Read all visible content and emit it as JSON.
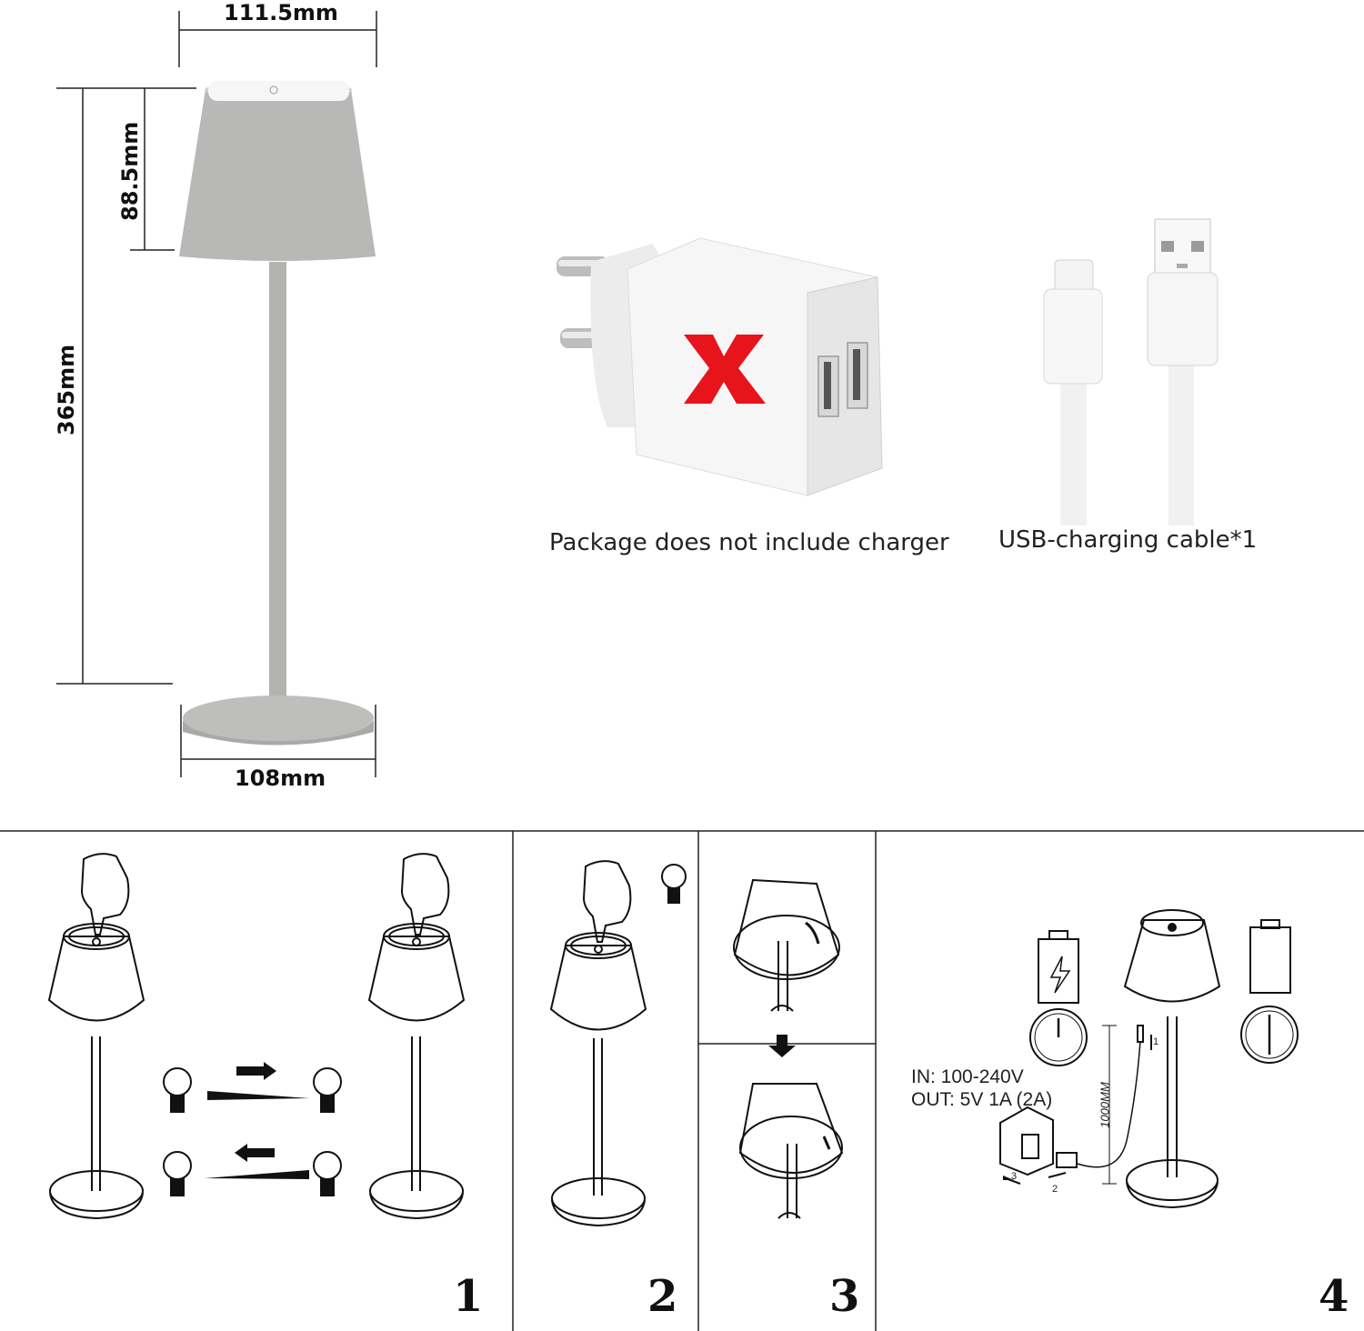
{
  "dimensions": {
    "top_width": "111.5mm",
    "shade_height": "88.5mm",
    "total_height": "365mm",
    "base_width": "108mm"
  },
  "package": {
    "charger_note": "Package does not include charger",
    "cable_note": "USB-charging cable*1"
  },
  "steps": {
    "step1": "1",
    "step2": "2",
    "step3": "3",
    "step4": "4"
  },
  "charging": {
    "input": "IN:  100-240V",
    "output": "OUT:  5V 1A  (2A)",
    "cable_length": "1000MM",
    "label_1": "1",
    "label_2": "2",
    "label_3": "3"
  },
  "colors": {
    "lamp_gray": "#b5b5b3",
    "cross_red": "#e8141b",
    "line": "#111111"
  }
}
